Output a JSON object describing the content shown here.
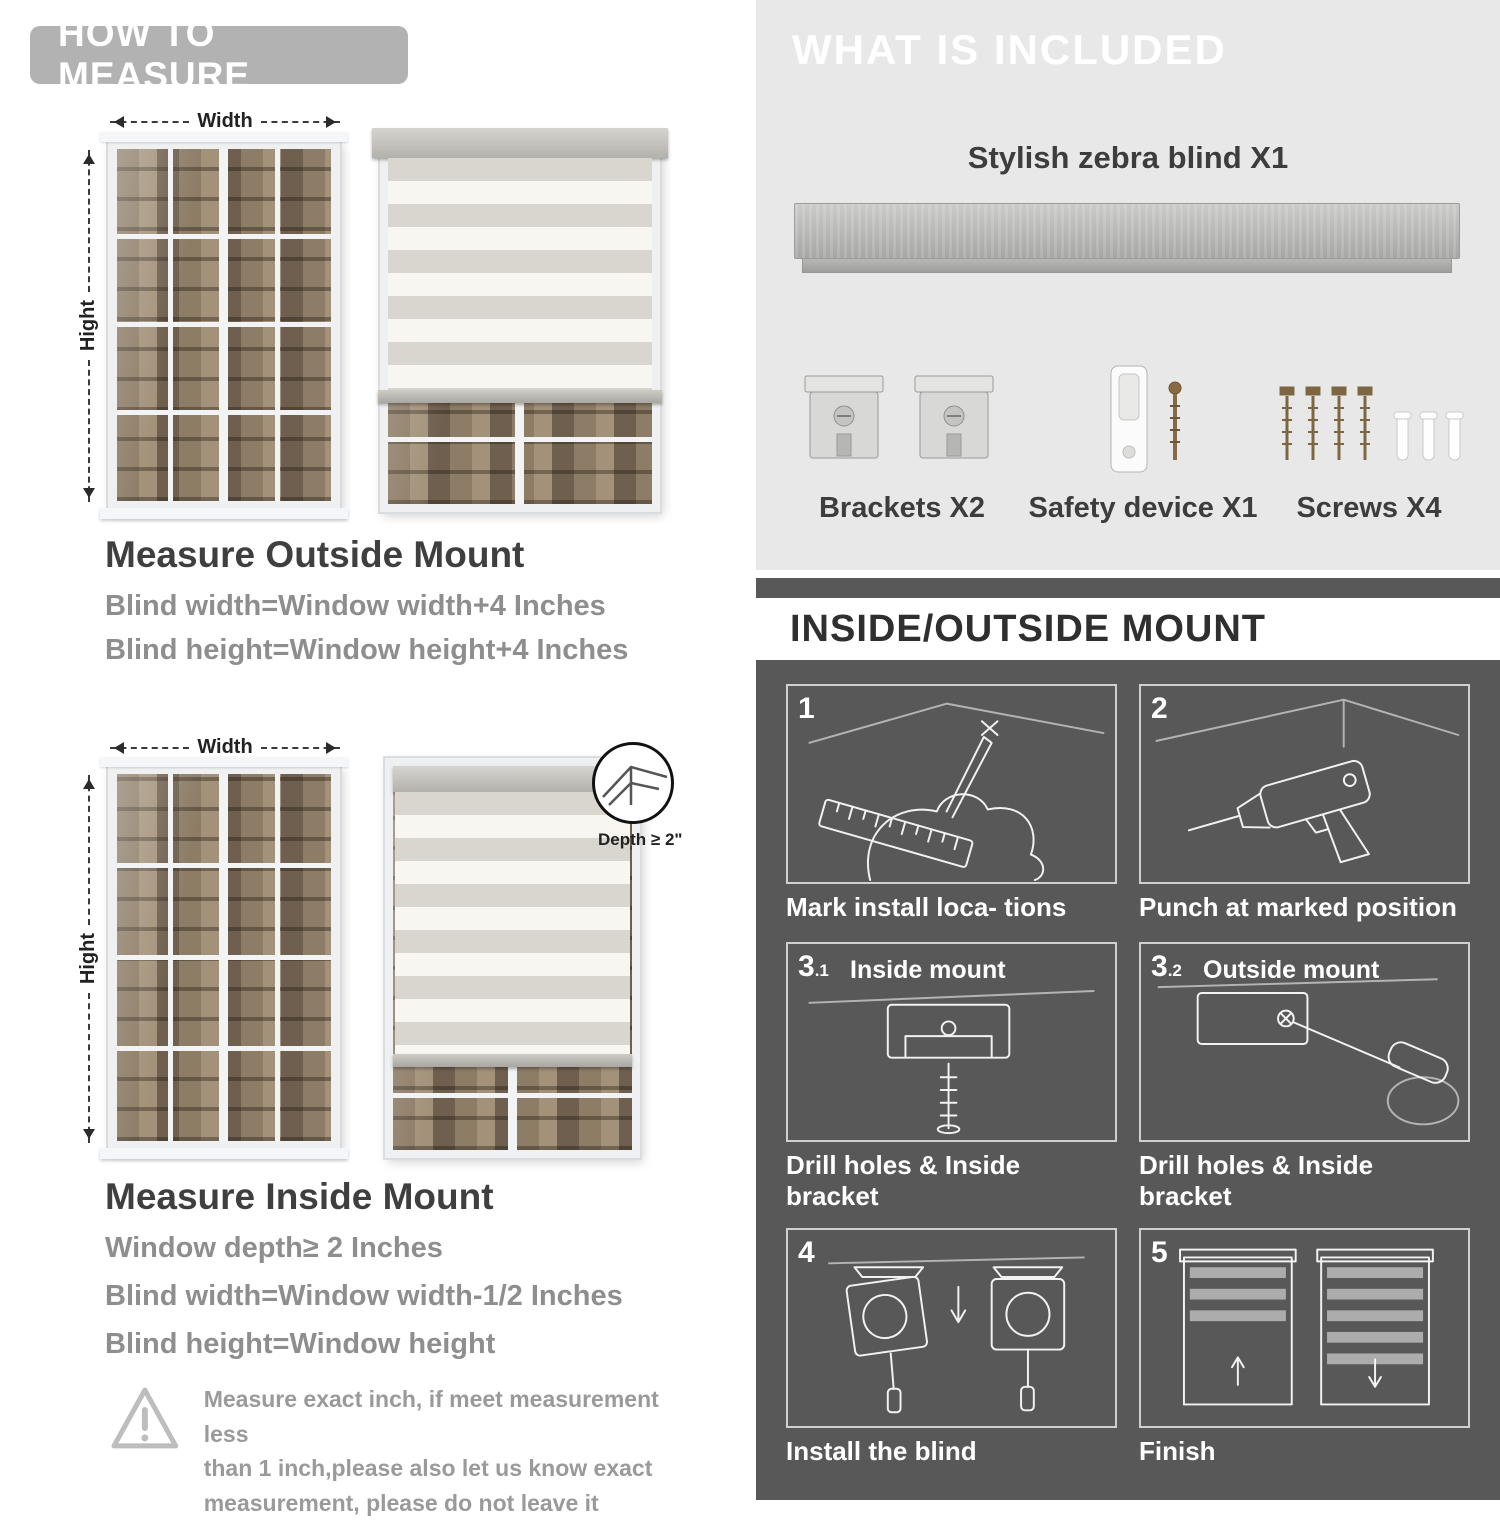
{
  "colors": {
    "left_header_bg": "#b2b2b2",
    "included_bg": "#e8e8e8",
    "mount_bg": "#585858",
    "rule_text": "#8e8e8e",
    "dark_text": "#3d3d3d"
  },
  "left": {
    "header": "HOW TO MEASURE",
    "outside": {
      "width_label": "Width",
      "height_label": "Hight",
      "title": "Measure Outside Mount",
      "rule1": "Blind width=Window width+4 Inches",
      "rule2": "Blind height=Window height+4 Inches"
    },
    "inside": {
      "width_label": "Width",
      "height_label": "Hight",
      "depth_label": "Depth ≥ 2\"",
      "title": "Measure Inside Mount",
      "rule1": "Window depth≥ 2 Inches",
      "rule2": "Blind width=Window width-1/2 Inches",
      "rule3": "Blind height=Window height"
    },
    "note": {
      "icon": "!",
      "line1": "Measure exact inch, if meet measurement less",
      "line2": "than 1 inch,please also let us know exact",
      "line3": "measurement, please do not leave it"
    }
  },
  "right": {
    "included": {
      "header": "WHAT IS INCLUDED",
      "blind_label": "Stylish zebra blind X1",
      "items": [
        {
          "label": "Brackets X2"
        },
        {
          "label": "Safety device X1"
        },
        {
          "label": "Screws X4"
        }
      ]
    },
    "mount": {
      "header": "INSIDE/OUTSIDE MOUNT",
      "steps": [
        {
          "num": "1",
          "sub": "",
          "label": "",
          "caption": "Mark install loca- tions"
        },
        {
          "num": "2",
          "sub": "",
          "label": "",
          "caption": "Punch at  marked position"
        },
        {
          "num": "3",
          "sub": ".1",
          "label": "Inside mount",
          "caption": "Drill holes &  Inside bracket"
        },
        {
          "num": "3",
          "sub": ".2",
          "label": "Outside mount",
          "caption": "Drill holes &  Inside bracket"
        },
        {
          "num": "4",
          "sub": "",
          "label": "",
          "caption": "Install the blind"
        },
        {
          "num": "5",
          "sub": "",
          "label": "",
          "caption": "Finish"
        }
      ]
    }
  }
}
